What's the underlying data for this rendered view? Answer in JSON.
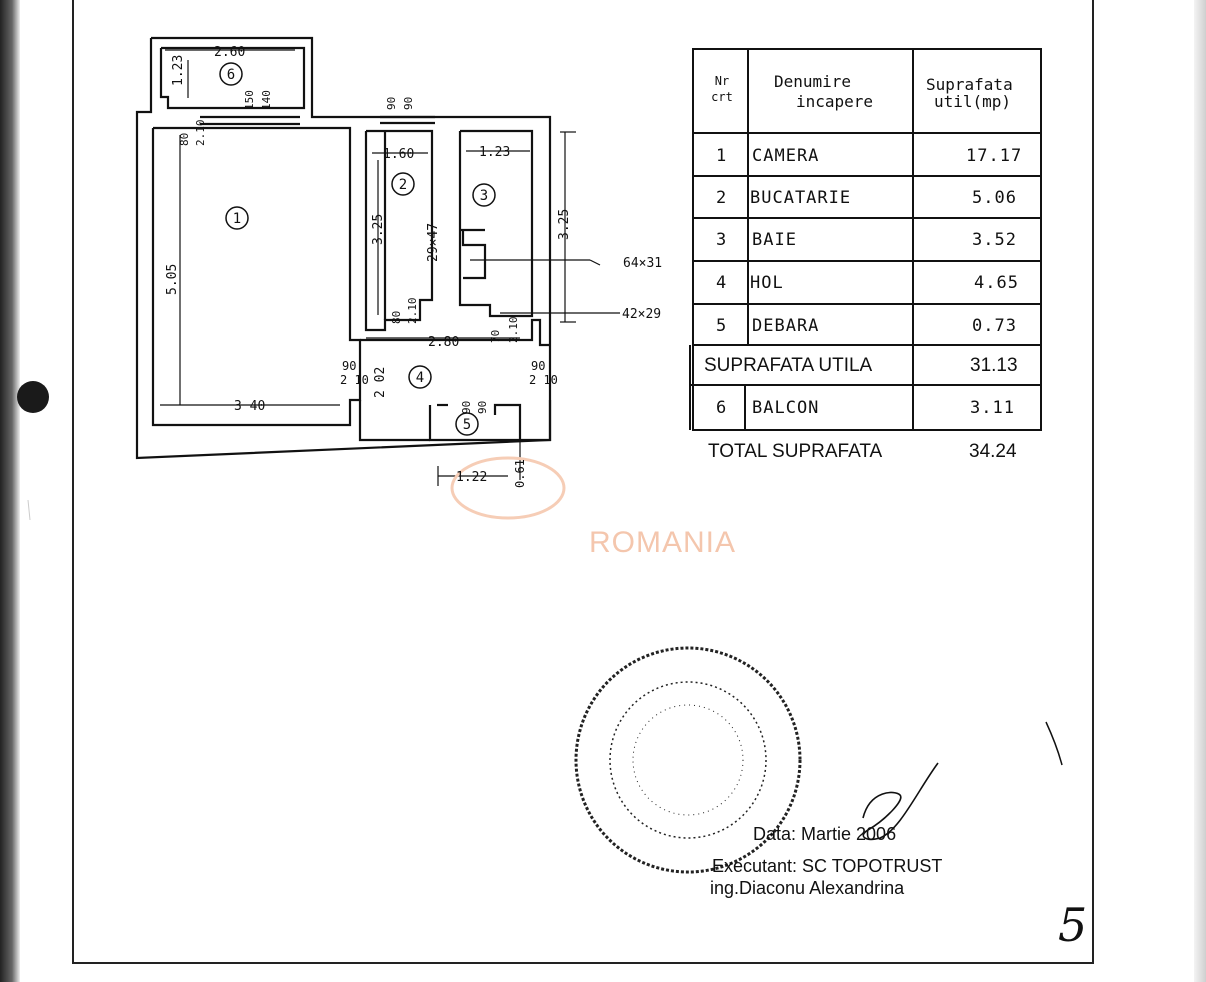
{
  "plan": {
    "dims": {
      "d_260": "2.60",
      "d_123a": "1.23",
      "d_150": "150",
      "d_140": "140",
      "d_90_90_top": "90",
      "d_90_90_top_b": "90",
      "d_80a": "80",
      "d_210a": "2.10",
      "d_160": "1.60",
      "d_123b": "1.23",
      "d_505": "5.05",
      "d_325a": "3.25",
      "d_2947": "29×47",
      "d_325b": "3.25",
      "d_6431": "64×31",
      "d_4229": "42×29",
      "d_80b": "80",
      "d_210b": "2.10",
      "d_70": "70",
      "d_210c": "2.10",
      "d_280": "2.80",
      "d_90l": "90",
      "d_210l": "2 10",
      "d_202": "2 02",
      "d_90r": "90",
      "d_210r": "2 10",
      "d_340": "3 40",
      "d_90_90_bot": "90",
      "d_90_90_bot_b": "90",
      "d_122": "1.22",
      "d_061": "0.61"
    },
    "rooms": [
      "1",
      "2",
      "3",
      "4",
      "5",
      "6"
    ]
  },
  "table": {
    "header": {
      "nr": [
        "Nr",
        "crt"
      ],
      "name": [
        "Denumire",
        "incapere"
      ],
      "area": [
        "Suprafata",
        "util(mp)"
      ]
    },
    "rows": [
      {
        "nr": "1",
        "name": "CAMERA",
        "area": "17.17"
      },
      {
        "nr": "2",
        "name": "BUCATARIE",
        "area": "5.06"
      },
      {
        "nr": "3",
        "name": "BAIE",
        "area": "3.52"
      },
      {
        "nr": "4",
        "name": "HOL",
        "area": "4.65"
      },
      {
        "nr": "5",
        "name": "DEBARA",
        "area": "0.73"
      }
    ],
    "subtotal": {
      "label": "SUPRAFATA UTILA",
      "area": "31.13"
    },
    "balcony": {
      "nr": "6",
      "name": "BALCON",
      "area": "3.11"
    },
    "total": {
      "label": "TOTAL SUPRAFATA",
      "area": "34.24"
    }
  },
  "footer": {
    "date": "Data: Martie 2006",
    "executant": "Executant: SC TOPOTRUST",
    "engineer": "ing.Diaconu Alexandrina",
    "page_mark": "5"
  },
  "watermark": "ROMANIA"
}
